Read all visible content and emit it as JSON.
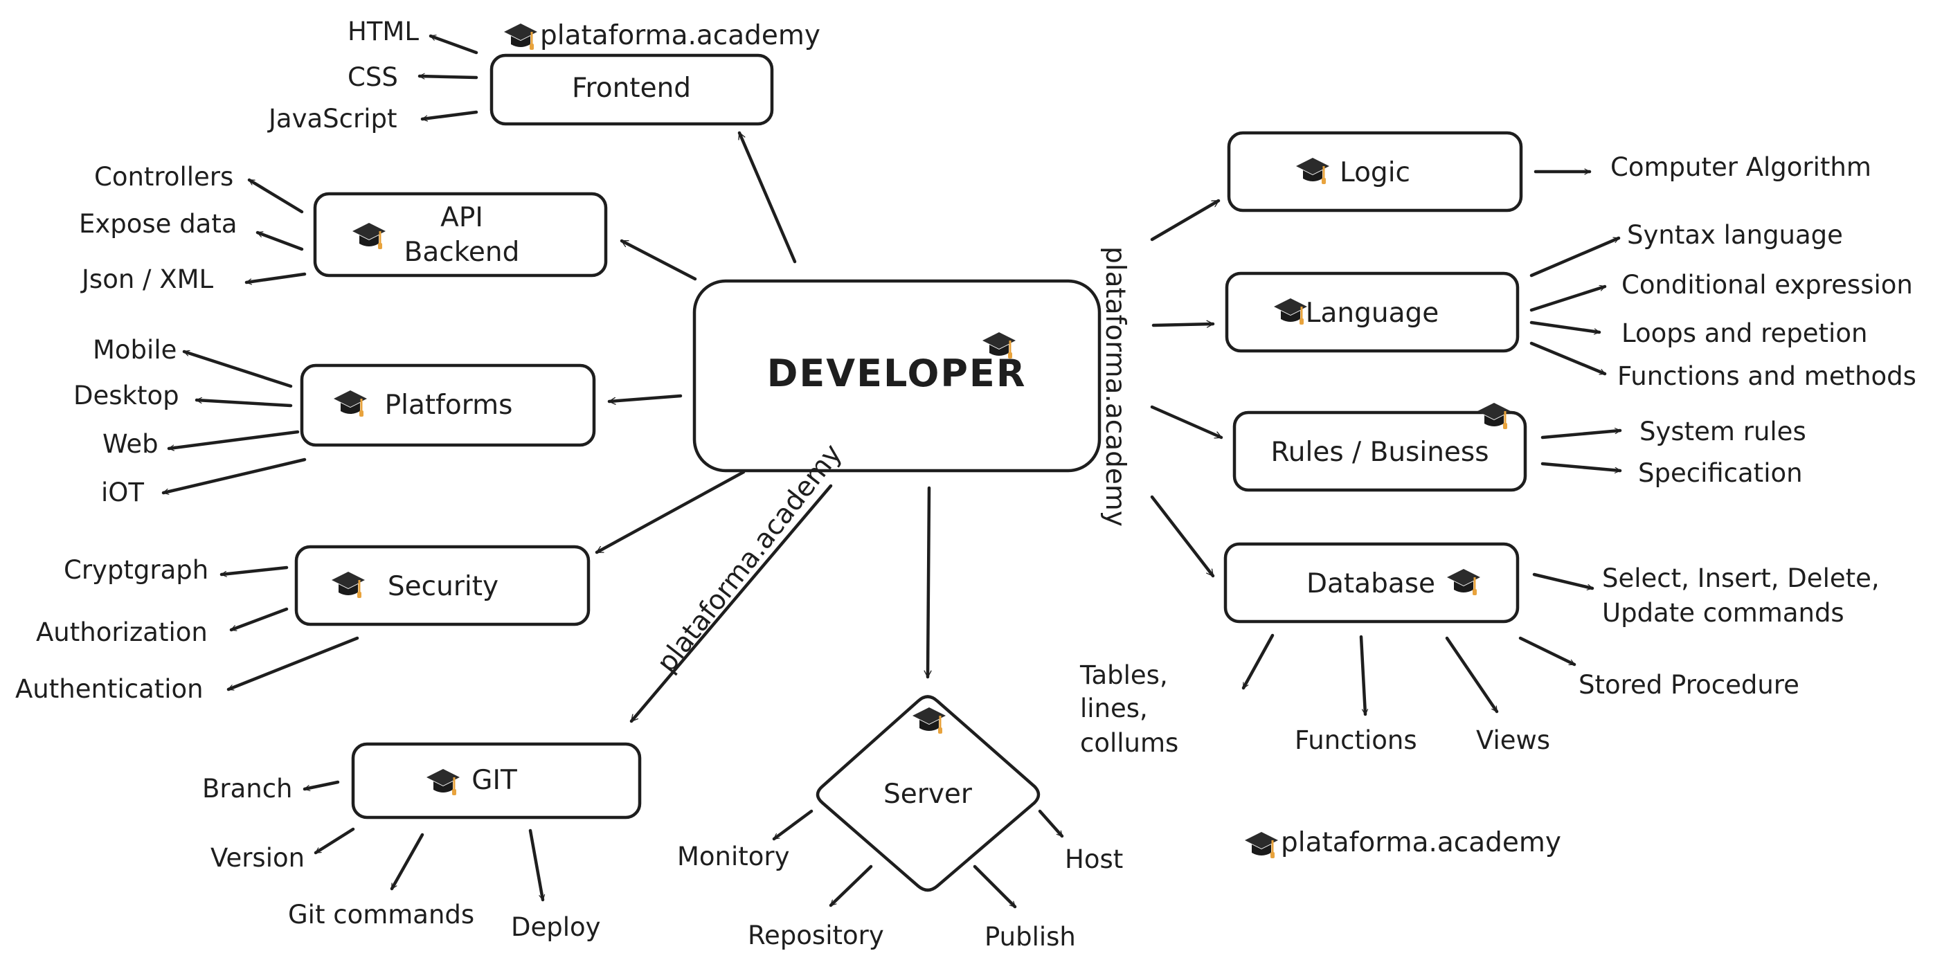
{
  "center": {
    "label": "DEVELOPER",
    "icon": "graduation-cap-icon"
  },
  "watermark": "plataforma.academy",
  "nodes": {
    "frontend": {
      "label": "Frontend",
      "children": [
        "HTML",
        "CSS",
        "JavaScript"
      ]
    },
    "api_backend": {
      "label_line1": "API",
      "label_line2": "Backend",
      "children": [
        "Controllers",
        "Expose data",
        "Json / XML"
      ]
    },
    "platforms": {
      "label": "Platforms",
      "children": [
        "Mobile",
        "Desktop",
        "Web",
        "iOT"
      ]
    },
    "security": {
      "label": "Security",
      "children": [
        "Cryptgraph",
        "Authorization",
        "Authentication"
      ]
    },
    "git": {
      "label": "GIT",
      "children": [
        "Branch",
        "Version",
        "Git commands",
        "Deploy"
      ]
    },
    "server": {
      "label": "Server",
      "children": [
        "Monitory",
        "Repository",
        "Publish",
        "Host"
      ]
    },
    "logic": {
      "label": "Logic",
      "children": [
        "Computer Algorithm"
      ]
    },
    "language": {
      "label": "Language",
      "children": [
        "Syntax language",
        "Conditional expression",
        "Loops and repetion",
        "Functions and methods"
      ]
    },
    "rules_business": {
      "label": "Rules / Business",
      "children": [
        "System rules",
        "Specification"
      ]
    },
    "database": {
      "label": "Database",
      "children": [
        "Select, Insert, Delete,",
        "Update commands",
        "Stored Procedure",
        "Views",
        "Functions",
        "Tables,",
        "lines,",
        "collums"
      ]
    }
  },
  "colors": {
    "stroke": "#1e1e1e",
    "cap": "#2b2b2b",
    "tassel": "#e8a33d"
  }
}
